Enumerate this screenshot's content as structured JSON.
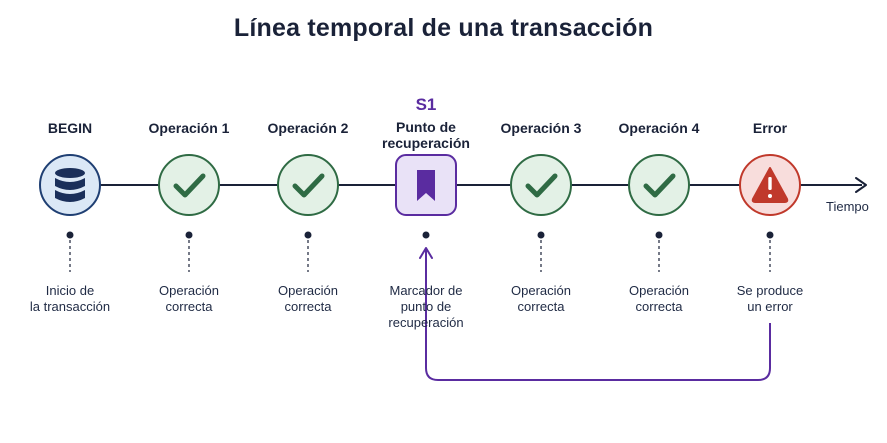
{
  "title": "Línea temporal de una transacción",
  "axis_label": "Tiempo",
  "savepoint_name": "S1",
  "nodes": [
    {
      "label": "BEGIN",
      "icon": "database-icon",
      "kind": "begin",
      "caption_1": "Inicio de",
      "caption_2": "la transacción"
    },
    {
      "label": "Operación 1",
      "icon": "check-icon",
      "kind": "ok",
      "caption_1": "Operación",
      "caption_2": "correcta"
    },
    {
      "label": "Operación 2",
      "icon": "check-icon",
      "kind": "ok",
      "caption_1": "Operación",
      "caption_2": "correcta"
    },
    {
      "label_1": "Punto de",
      "label_2": "recuperación",
      "icon": "bookmark-icon",
      "kind": "savepoint",
      "caption_1": "Marcador de",
      "caption_2": "punto de",
      "caption_3": "recuperación"
    },
    {
      "label": "Operación 3",
      "icon": "check-icon",
      "kind": "ok",
      "caption_1": "Operación",
      "caption_2": "correcta"
    },
    {
      "label": "Operación 4",
      "icon": "check-icon",
      "kind": "ok",
      "caption_1": "Operación",
      "caption_2": "correcta"
    },
    {
      "label": "Error",
      "icon": "warning-icon",
      "kind": "error",
      "caption_1": "Se produce",
      "caption_2": "un error"
    }
  ],
  "colors": {
    "line": "#1a2238",
    "begin_fill": "#dbe8f6",
    "begin_stroke": "#1f3f73",
    "ok_fill": "#e3f1e6",
    "ok_stroke": "#2f6b44",
    "savepoint_fill": "#e9e2f7",
    "savepoint_stroke": "#5a2ca0",
    "error_fill": "#f8dddc",
    "error_stroke": "#c0392b",
    "rollback_arrow": "#5a2ca0"
  }
}
